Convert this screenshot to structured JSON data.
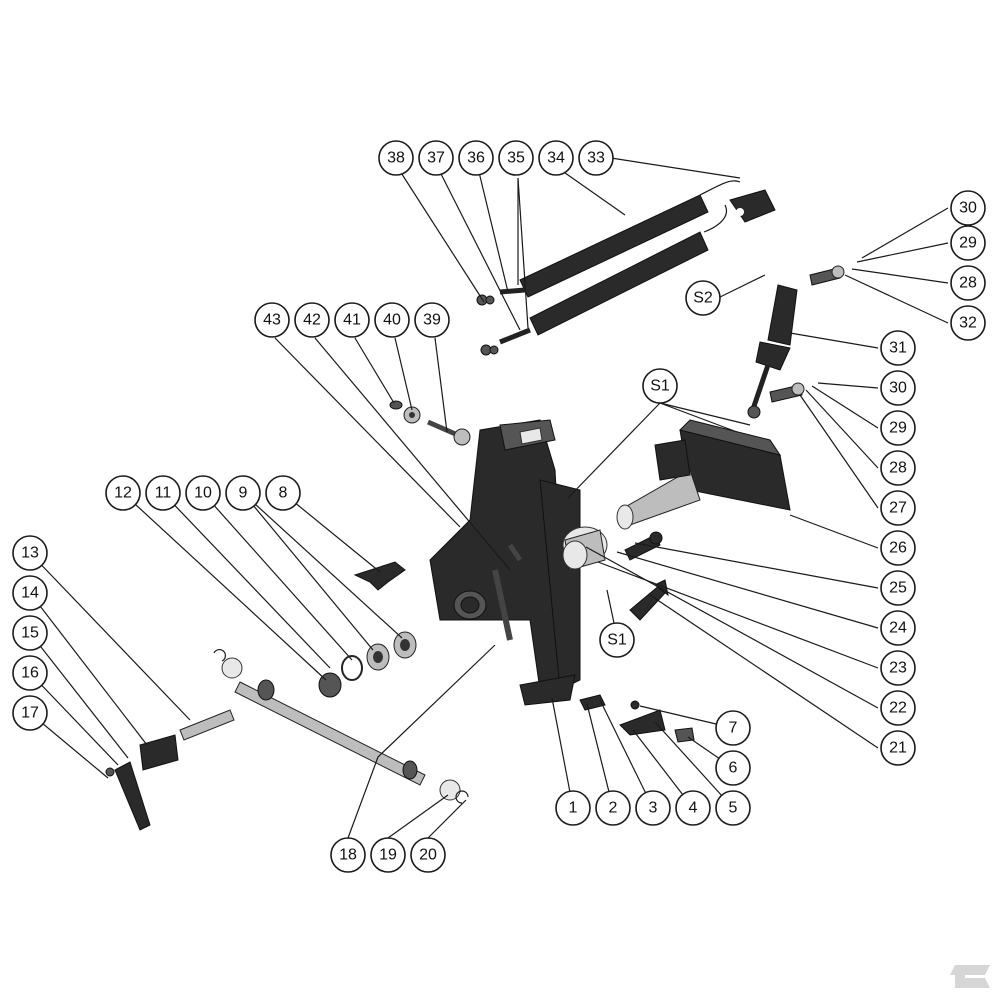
{
  "diagram": {
    "callouts": [
      "1",
      "2",
      "3",
      "4",
      "5",
      "6",
      "7",
      "8",
      "9",
      "10",
      "11",
      "12",
      "13",
      "14",
      "15",
      "16",
      "17",
      "18",
      "19",
      "20",
      "21",
      "22",
      "23",
      "24",
      "25",
      "26",
      "27",
      "28",
      "29",
      "30",
      "31",
      "32",
      "33",
      "34",
      "35",
      "36",
      "37",
      "38",
      "39",
      "40",
      "41",
      "42",
      "43",
      "S1",
      "S1",
      "S2",
      "30",
      "29",
      "28"
    ]
  }
}
